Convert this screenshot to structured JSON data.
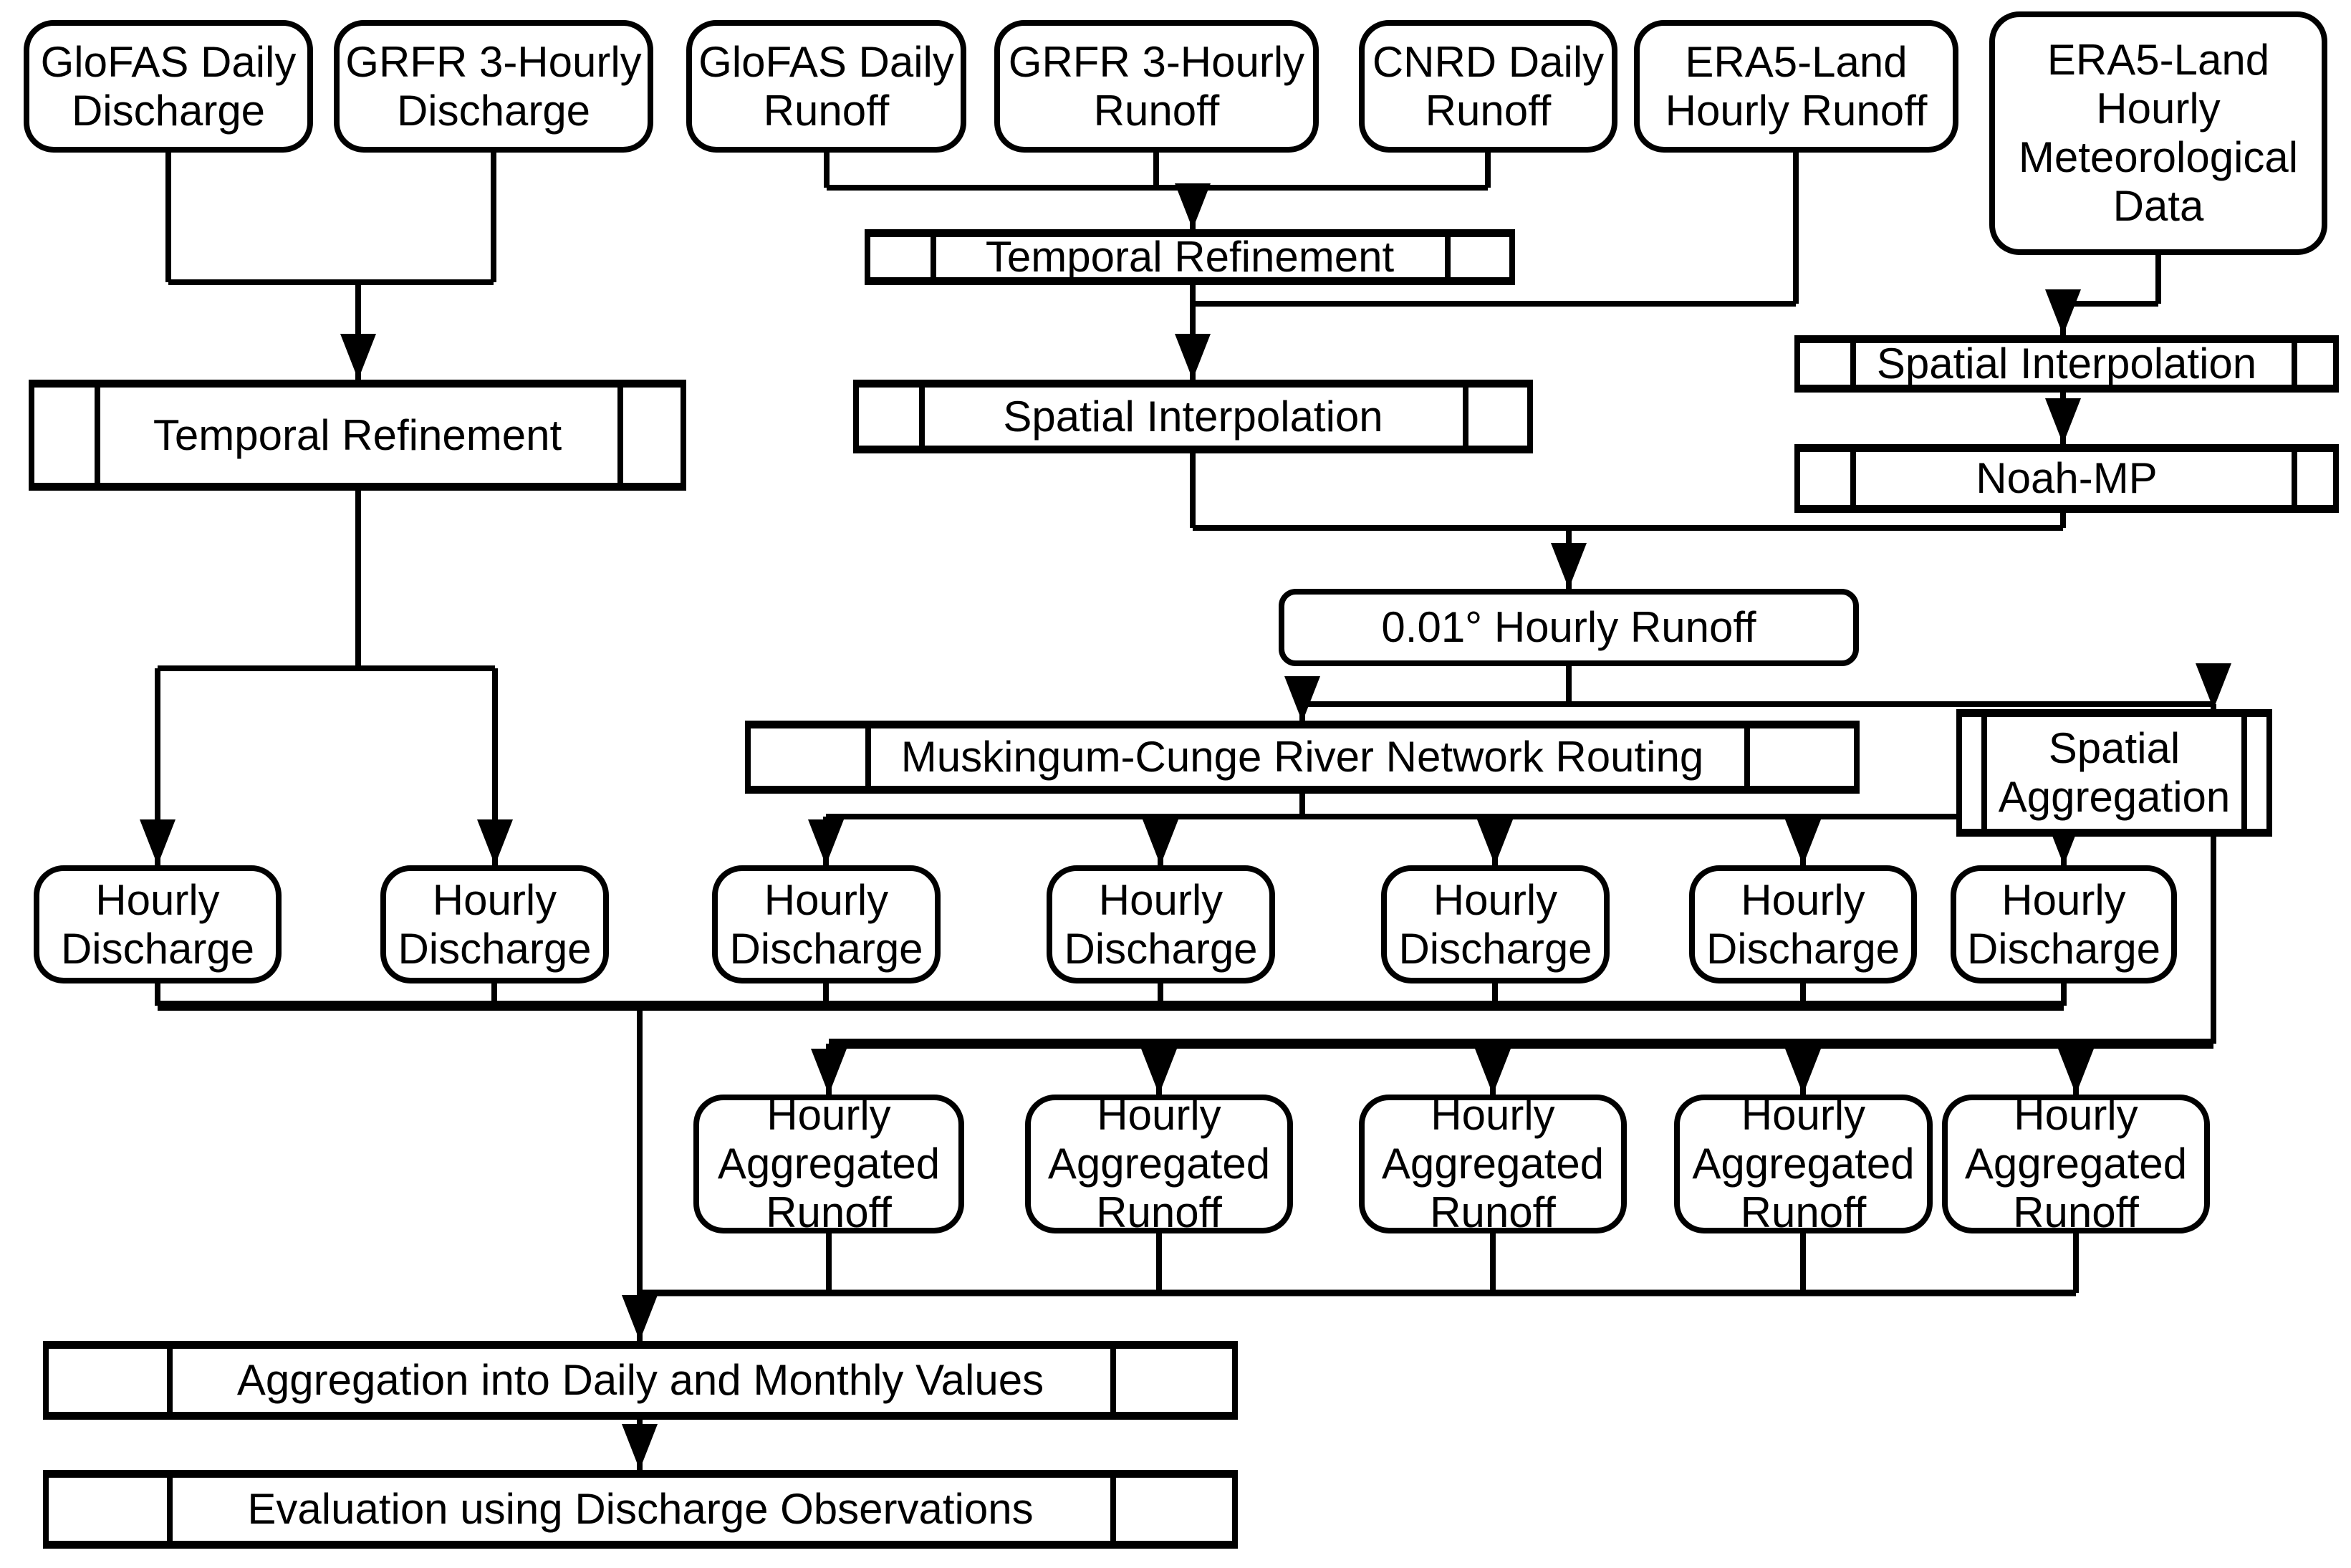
{
  "colors": {
    "background": "#ffffff",
    "stroke": "#000000",
    "text": "#000000"
  },
  "labels": {
    "glofas_daily_discharge": "GloFAS Daily Discharge",
    "grfr_3hourly_discharge": "GRFR 3-Hourly Discharge",
    "glofas_daily_runoff": "GloFAS Daily Runoff",
    "grfr_3hourly_runoff": "GRFR 3-Hourly Runoff",
    "cnrd_daily_runoff": "CNRD Daily Runoff",
    "era5_land_hourly_runoff": "ERA5-Land Hourly Runoff",
    "era5_land_hourly_meteorological_data": "ERA5-Land Hourly Meteorological Data",
    "temporal_refinement": "Temporal Refinement",
    "spatial_interpolation": "Spatial Interpolation",
    "noah_mp": "Noah-MP",
    "hourly_runoff_001deg": "0.01° Hourly Runoff",
    "muskingum_cunge": "Muskingum-Cunge River Network Routing",
    "spatial_aggregation": "Spatial Aggregation",
    "hourly_discharge": "Hourly Discharge",
    "hourly_aggregated_runoff": "Hourly Aggregated Runoff",
    "aggregation_daily_monthly": "Aggregation into Daily and Monthly Values",
    "evaluation_discharge_obs": "Evaluation using Discharge Observations"
  }
}
